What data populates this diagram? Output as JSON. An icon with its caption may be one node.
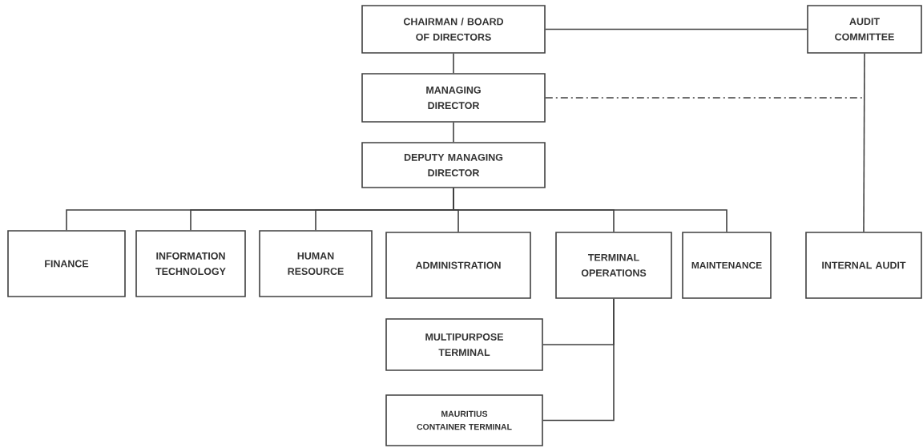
{
  "diagram": {
    "nodes": [
      {
        "text": [
          "CHAIRMAN / BOARD OF DIRECTORS"
        ]
      },
      {
        "text": [
          "AUDIT COMMITTEE"
        ]
      },
      {
        "text": [
          "MANAGING DIRECTOR"
        ]
      },
      {
        "text": [
          "DEPUTY MANAGING DIRECTOR"
        ]
      },
      {
        "text": [
          "FINANCE"
        ]
      },
      {
        "text": [
          "INFORMATION TECHNOLOGY"
        ]
      },
      {
        "text": [
          "HUMAN RESOURCE"
        ]
      },
      {
        "text": [
          "ADMINISTRATION"
        ]
      },
      {
        "text": [
          "TERMINAL OPERATIONS"
        ]
      },
      {
        "text": [
          "MAINTENANCE"
        ]
      },
      {
        "text": [
          "INTERNAL AUDIT"
        ]
      },
      {
        "text": [
          "MULTIPURPOSE TERMINAL"
        ]
      },
      {
        "text": [
          "MAURITIUS CONTAINER TERMINAL"
        ]
      }
    ],
    "edges": [
      {
        "from": 0,
        "to": 1,
        "arrow": "none"
      },
      {
        "from": 0,
        "to": 2,
        "arrow": "none"
      },
      {
        "from": 2,
        "to": 3,
        "arrow": "none"
      },
      {
        "from": 3,
        "to": 4,
        "arrow": "none"
      },
      {
        "from": 3,
        "to": 5,
        "arrow": "none"
      },
      {
        "from": 3,
        "to": 6,
        "arrow": "none"
      },
      {
        "from": 3,
        "to": 7,
        "arrow": "none"
      },
      {
        "from": 3,
        "to": 8,
        "arrow": "none"
      },
      {
        "from": 3,
        "to": 9,
        "arrow": "none"
      },
      {
        "from": 1,
        "to": 10,
        "arrow": "none"
      },
      {
        "from": 2,
        "to": null,
        "arrow": "none",
        "style": "dashed"
      },
      {
        "from": 8,
        "to": 11,
        "arrow": "none"
      },
      {
        "from": 8,
        "to": 12,
        "arrow": "none"
      }
    ]
  }
}
